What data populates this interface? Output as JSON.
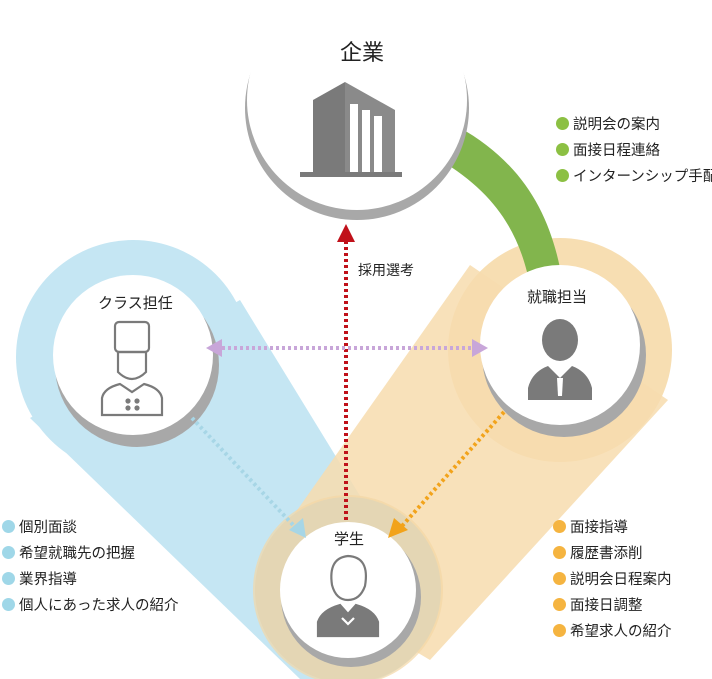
{
  "nodes": {
    "company": {
      "label": "企業"
    },
    "teacher": {
      "label": "クラス担任"
    },
    "career": {
      "label": "就職担当"
    },
    "student": {
      "label": "学生"
    }
  },
  "edges": {
    "selection": {
      "label": "採用選考"
    }
  },
  "lists": {
    "company": {
      "color": "#8cc043",
      "items": [
        "説明会の案内",
        "面接日程連絡",
        "インターンシップ手配"
      ]
    },
    "teacher": {
      "color": "#9fd7e8",
      "items": [
        "個別面談",
        "希望就職先の把握",
        "業界指導",
        "個人にあった求人の紹介"
      ]
    },
    "career": {
      "color": "#f5b440",
      "items": [
        "面接指導",
        "履歴書添削",
        "説明会日程案内",
        "面接日調整",
        "希望求人の紹介"
      ]
    }
  },
  "colors": {
    "teacher_band": "#c5e6f3",
    "career_band": "#f7dcae",
    "company_band": "#82b54d",
    "red_arrow": "#c0111a",
    "purple_arrow": "#c8a6d9",
    "orange_arrow": "#f2a31b",
    "blue_arrow": "#a7d6e6",
    "icon_gray": "#7a7a7a"
  }
}
